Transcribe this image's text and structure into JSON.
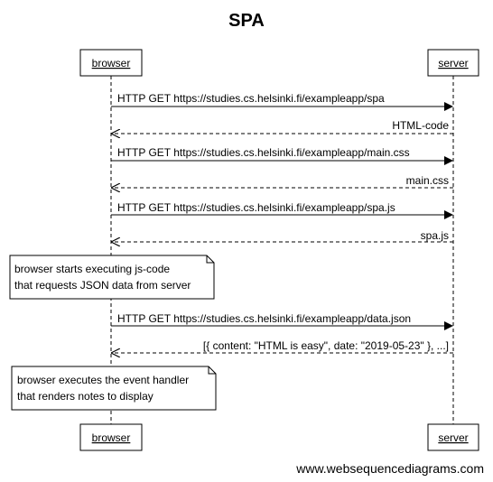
{
  "title": "SPA",
  "participants": {
    "browser": "browser",
    "server": "server"
  },
  "messages": [
    {
      "from": "browser",
      "to": "server",
      "style": "solid",
      "text": "HTTP GET https://studies.cs.helsinki.fi/exampleapp/spa"
    },
    {
      "from": "server",
      "to": "browser",
      "style": "dashed",
      "text": "HTML-code"
    },
    {
      "from": "browser",
      "to": "server",
      "style": "solid",
      "text": "HTTP GET https://studies.cs.helsinki.fi/exampleapp/main.css"
    },
    {
      "from": "server",
      "to": "browser",
      "style": "dashed",
      "text": "main.css"
    },
    {
      "from": "browser",
      "to": "server",
      "style": "solid",
      "text": "HTTP GET https://studies.cs.helsinki.fi/exampleapp/spa.js"
    },
    {
      "from": "server",
      "to": "browser",
      "style": "dashed",
      "text": "spa.js"
    },
    {
      "from": "browser",
      "to": "server",
      "style": "solid",
      "text": "HTTP GET https://studies.cs.helsinki.fi/exampleapp/data.json"
    },
    {
      "from": "server",
      "to": "browser",
      "style": "dashed",
      "text": "[{ content: \"HTML is easy\", date: \"2019-05-23\" }, ...]"
    }
  ],
  "notes": [
    {
      "line1": "browser starts executing js-code",
      "line2": "that requests JSON data from server"
    },
    {
      "line1": "browser executes the event handler",
      "line2": "that renders notes to display"
    }
  ],
  "watermark": "www.websequencediagrams.com"
}
